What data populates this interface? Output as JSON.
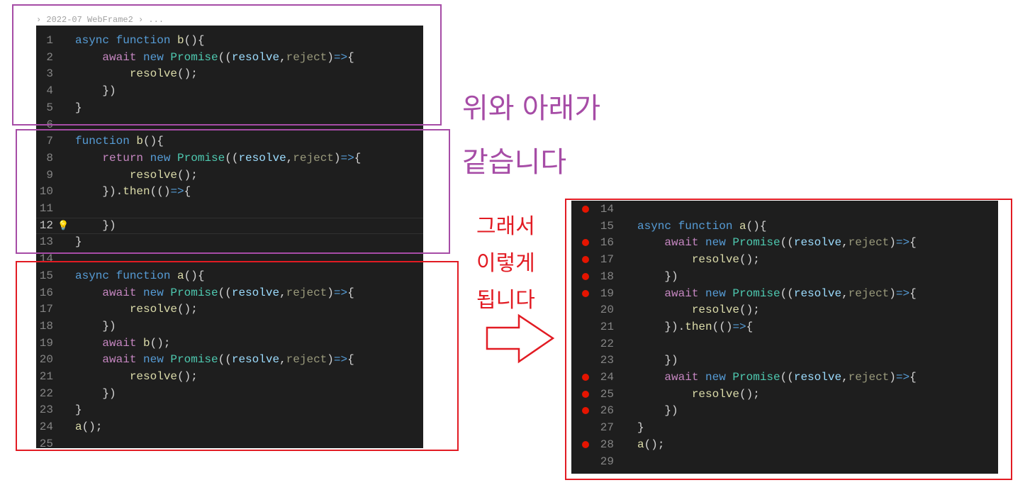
{
  "left_editor": {
    "breadcrumb": "› 2022-07 WebFrame2 › ...",
    "active_line": 12,
    "lines": [
      {
        "n": 1,
        "t": [
          [
            "async ",
            "k"
          ],
          [
            "function ",
            "k"
          ],
          [
            "b",
            "f"
          ],
          [
            "(){",
            "t"
          ]
        ]
      },
      {
        "n": 2,
        "t": [
          [
            "    ",
            "t"
          ],
          [
            "await ",
            "c"
          ],
          [
            "new ",
            "k"
          ],
          [
            "Promise",
            "cl"
          ],
          [
            "((",
            "t"
          ],
          [
            "resolve",
            "p"
          ],
          [
            ",",
            "t"
          ],
          [
            "reject",
            "u"
          ],
          [
            ")",
            "t"
          ],
          [
            "=>",
            "o"
          ],
          [
            "{",
            "t"
          ]
        ]
      },
      {
        "n": 3,
        "t": [
          [
            "        ",
            "t"
          ],
          [
            "resolve",
            "f"
          ],
          [
            "();",
            "t"
          ]
        ]
      },
      {
        "n": 4,
        "t": [
          [
            "    })",
            "t"
          ]
        ]
      },
      {
        "n": 5,
        "t": [
          [
            "}",
            "t"
          ]
        ]
      },
      {
        "n": 6,
        "t": []
      },
      {
        "n": 7,
        "t": [
          [
            "function ",
            "k"
          ],
          [
            "b",
            "f"
          ],
          [
            "(){",
            "t"
          ]
        ]
      },
      {
        "n": 8,
        "t": [
          [
            "    ",
            "t"
          ],
          [
            "return ",
            "c"
          ],
          [
            "new ",
            "k"
          ],
          [
            "Promise",
            "cl"
          ],
          [
            "((",
            "t"
          ],
          [
            "resolve",
            "p"
          ],
          [
            ",",
            "t"
          ],
          [
            "reject",
            "u"
          ],
          [
            ")",
            "t"
          ],
          [
            "=>",
            "o"
          ],
          [
            "{",
            "t"
          ]
        ]
      },
      {
        "n": 9,
        "t": [
          [
            "        ",
            "t"
          ],
          [
            "resolve",
            "f"
          ],
          [
            "();",
            "t"
          ]
        ]
      },
      {
        "n": 10,
        "t": [
          [
            "    }).",
            "t"
          ],
          [
            "then",
            "f"
          ],
          [
            "(()",
            "t"
          ],
          [
            "=>",
            "o"
          ],
          [
            "{",
            "t"
          ]
        ]
      },
      {
        "n": 11,
        "t": []
      },
      {
        "n": 12,
        "t": [
          [
            "    })",
            "t"
          ]
        ]
      },
      {
        "n": 13,
        "t": [
          [
            "}",
            "t"
          ]
        ]
      },
      {
        "n": 14,
        "t": []
      },
      {
        "n": 15,
        "t": [
          [
            "async ",
            "k"
          ],
          [
            "function ",
            "k"
          ],
          [
            "a",
            "f"
          ],
          [
            "(){",
            "t"
          ]
        ]
      },
      {
        "n": 16,
        "t": [
          [
            "    ",
            "t"
          ],
          [
            "await ",
            "c"
          ],
          [
            "new ",
            "k"
          ],
          [
            "Promise",
            "cl"
          ],
          [
            "((",
            "t"
          ],
          [
            "resolve",
            "p"
          ],
          [
            ",",
            "t"
          ],
          [
            "reject",
            "u"
          ],
          [
            ")",
            "t"
          ],
          [
            "=>",
            "o"
          ],
          [
            "{",
            "t"
          ]
        ]
      },
      {
        "n": 17,
        "t": [
          [
            "        ",
            "t"
          ],
          [
            "resolve",
            "f"
          ],
          [
            "();",
            "t"
          ]
        ]
      },
      {
        "n": 18,
        "t": [
          [
            "    })",
            "t"
          ]
        ]
      },
      {
        "n": 19,
        "t": [
          [
            "    ",
            "t"
          ],
          [
            "await ",
            "c"
          ],
          [
            "b",
            "f"
          ],
          [
            "();",
            "t"
          ]
        ]
      },
      {
        "n": 20,
        "t": [
          [
            "    ",
            "t"
          ],
          [
            "await ",
            "c"
          ],
          [
            "new ",
            "k"
          ],
          [
            "Promise",
            "cl"
          ],
          [
            "((",
            "t"
          ],
          [
            "resolve",
            "p"
          ],
          [
            ",",
            "t"
          ],
          [
            "reject",
            "u"
          ],
          [
            ")",
            "t"
          ],
          [
            "=>",
            "o"
          ],
          [
            "{",
            "t"
          ]
        ]
      },
      {
        "n": 21,
        "t": [
          [
            "        ",
            "t"
          ],
          [
            "resolve",
            "f"
          ],
          [
            "();",
            "t"
          ]
        ]
      },
      {
        "n": 22,
        "t": [
          [
            "    })",
            "t"
          ]
        ]
      },
      {
        "n": 23,
        "t": [
          [
            "}",
            "t"
          ]
        ]
      },
      {
        "n": 24,
        "t": [
          [
            "a",
            "f"
          ],
          [
            "();",
            "t"
          ]
        ]
      },
      {
        "n": 25,
        "t": []
      }
    ]
  },
  "right_editor": {
    "breakpoints": [
      14,
      16,
      17,
      18,
      19,
      24,
      25,
      26,
      28
    ],
    "lines": [
      {
        "n": 14,
        "t": []
      },
      {
        "n": 15,
        "t": [
          [
            "async ",
            "k"
          ],
          [
            "function ",
            "k"
          ],
          [
            "a",
            "f"
          ],
          [
            "(){",
            "t"
          ]
        ]
      },
      {
        "n": 16,
        "t": [
          [
            "    ",
            "t"
          ],
          [
            "await ",
            "c"
          ],
          [
            "new ",
            "k"
          ],
          [
            "Promise",
            "cl"
          ],
          [
            "((",
            "t"
          ],
          [
            "resolve",
            "p"
          ],
          [
            ",",
            "t"
          ],
          [
            "reject",
            "u"
          ],
          [
            ")",
            "t"
          ],
          [
            "=>",
            "o"
          ],
          [
            "{",
            "t"
          ]
        ]
      },
      {
        "n": 17,
        "t": [
          [
            "        ",
            "t"
          ],
          [
            "resolve",
            "f"
          ],
          [
            "();",
            "t"
          ]
        ]
      },
      {
        "n": 18,
        "t": [
          [
            "    })",
            "t"
          ]
        ]
      },
      {
        "n": 19,
        "t": [
          [
            "    ",
            "t"
          ],
          [
            "await ",
            "c"
          ],
          [
            "new ",
            "k"
          ],
          [
            "Promise",
            "cl"
          ],
          [
            "((",
            "t"
          ],
          [
            "resolve",
            "p"
          ],
          [
            ",",
            "t"
          ],
          [
            "reject",
            "u"
          ],
          [
            ")",
            "t"
          ],
          [
            "=>",
            "o"
          ],
          [
            "{",
            "t"
          ]
        ]
      },
      {
        "n": 20,
        "t": [
          [
            "        ",
            "t"
          ],
          [
            "resolve",
            "f"
          ],
          [
            "();",
            "t"
          ]
        ]
      },
      {
        "n": 21,
        "t": [
          [
            "    }).",
            "t"
          ],
          [
            "then",
            "f"
          ],
          [
            "(()",
            "t"
          ],
          [
            "=>",
            "o"
          ],
          [
            "{",
            "t"
          ]
        ]
      },
      {
        "n": 22,
        "t": []
      },
      {
        "n": 23,
        "t": [
          [
            "    })",
            "t"
          ]
        ]
      },
      {
        "n": 24,
        "t": [
          [
            "    ",
            "t"
          ],
          [
            "await ",
            "c"
          ],
          [
            "new ",
            "k"
          ],
          [
            "Promise",
            "cl"
          ],
          [
            "((",
            "t"
          ],
          [
            "resolve",
            "p"
          ],
          [
            ",",
            "t"
          ],
          [
            "reject",
            "u"
          ],
          [
            ")",
            "t"
          ],
          [
            "=>",
            "o"
          ],
          [
            "{",
            "t"
          ]
        ]
      },
      {
        "n": 25,
        "t": [
          [
            "        ",
            "t"
          ],
          [
            "resolve",
            "f"
          ],
          [
            "();",
            "t"
          ]
        ]
      },
      {
        "n": 26,
        "t": [
          [
            "    })",
            "t"
          ]
        ]
      },
      {
        "n": 27,
        "t": [
          [
            "}",
            "t"
          ]
        ]
      },
      {
        "n": 28,
        "t": [
          [
            "a",
            "f"
          ],
          [
            "();",
            "t"
          ]
        ]
      },
      {
        "n": 29,
        "t": []
      }
    ]
  },
  "annotations": {
    "same_line1": "위와 아래가",
    "same_line2": "같습니다",
    "so_line1": "그래서",
    "so_line2": "이렇게",
    "so_line3": "됩니다"
  },
  "colors": {
    "purple": "#a64ca6",
    "red": "#e21b23",
    "editor_bg": "#1e1e1e",
    "breakpoint": "#e51400"
  }
}
